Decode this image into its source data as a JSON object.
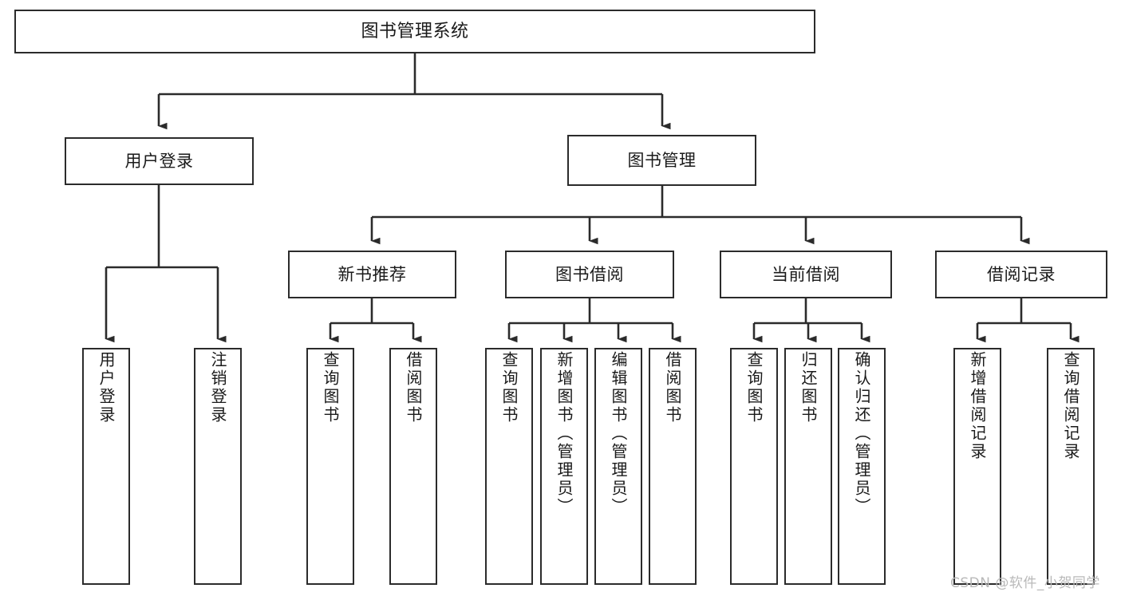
{
  "diagram": {
    "type": "tree",
    "title": "图书管理系统",
    "watermark": "CSDN @软件_小贺同学",
    "colors": {
      "box_border": "#2b2b2b",
      "box_fill": "#ffffff",
      "edge": "#2b2b2b",
      "text": "#1a1a1a",
      "watermark": "#b9b9b9",
      "background": "#ffffff"
    },
    "nodes": {
      "root": {
        "label": "图书管理系统"
      },
      "level1": [
        {
          "id": "user_login",
          "label": "用户登录"
        },
        {
          "id": "book_mgmt",
          "label": "图书管理"
        }
      ],
      "level2": [
        {
          "id": "new_book_rec",
          "label": "新书推荐"
        },
        {
          "id": "book_borrow",
          "label": "图书借阅"
        },
        {
          "id": "current_borrow",
          "label": "当前借阅"
        },
        {
          "id": "borrow_record",
          "label": "借阅记录"
        }
      ],
      "leaves": {
        "user_login": [
          {
            "id": "leaf_user_login",
            "label": "用户登录"
          },
          {
            "id": "leaf_logout",
            "label": "注销登录"
          }
        ],
        "new_book_rec": [
          {
            "id": "leaf_query_book_1",
            "label": "查询图书"
          },
          {
            "id": "leaf_borrow_book_1",
            "label": "借阅图书"
          }
        ],
        "book_borrow": [
          {
            "id": "leaf_query_book_2",
            "label": "查询图书"
          },
          {
            "id": "leaf_add_book",
            "label": "新增图书（管理员）"
          },
          {
            "id": "leaf_edit_book",
            "label": "编辑图书（管理员）"
          },
          {
            "id": "leaf_borrow_book_2",
            "label": "借阅图书"
          }
        ],
        "current_borrow": [
          {
            "id": "leaf_query_book_3",
            "label": "查询图书"
          },
          {
            "id": "leaf_return_book",
            "label": "归还图书"
          },
          {
            "id": "leaf_confirm_return",
            "label": "确认归还（管理员）"
          }
        ],
        "borrow_record": [
          {
            "id": "leaf_add_record",
            "label": "新增借阅记录"
          },
          {
            "id": "leaf_query_record",
            "label": "查询借阅记录"
          }
        ]
      }
    }
  }
}
